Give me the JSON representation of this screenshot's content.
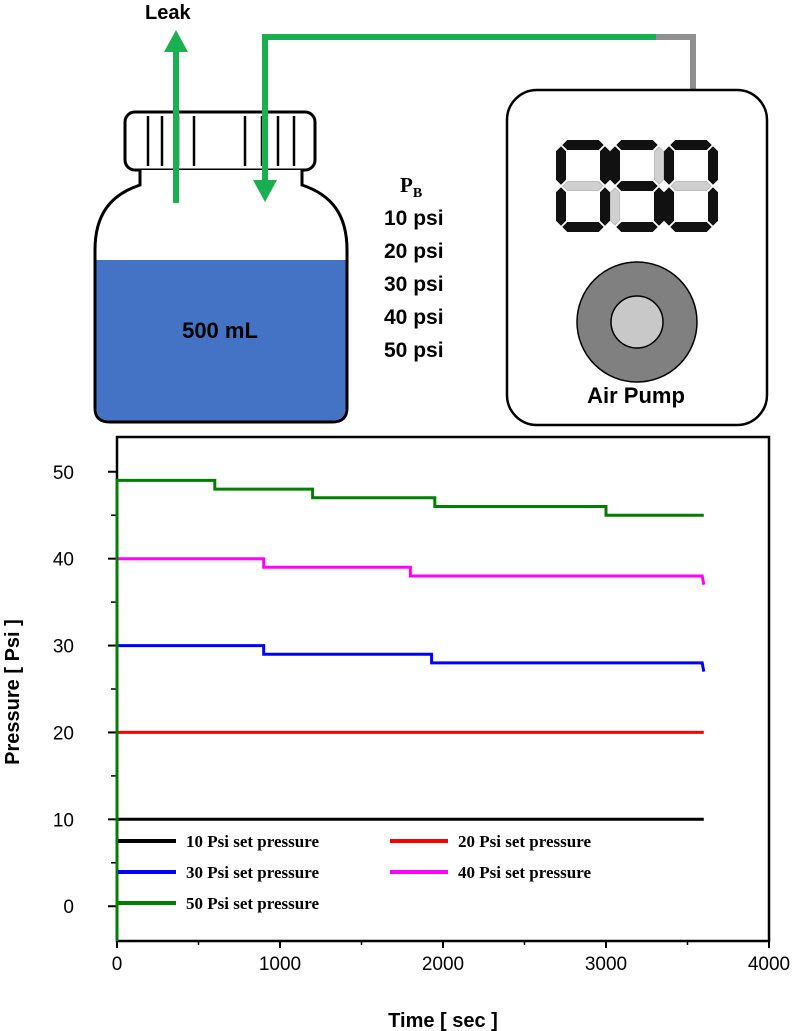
{
  "diagram": {
    "leak_label": "Leak",
    "bottle_label": "500 mL",
    "pb_label": "P",
    "pb_subscript": "B",
    "pressures": [
      "10 psi",
      "20 psi",
      "30 psi",
      "40 psi",
      "50 psi"
    ],
    "pump_label": "Air Pump",
    "pump_display": "050",
    "colors": {
      "tube": "#1aaf50",
      "liquid": "#4472c4",
      "knob_outer": "#808080",
      "knob_inner": "#c8c8c8"
    }
  },
  "chart_data": {
    "type": "line",
    "title": "",
    "xlabel": "Time [ sec ]",
    "ylabel": "Pressure [ Psi ]",
    "xlim": [
      0,
      4000
    ],
    "ylim": [
      -4,
      54
    ],
    "xticks": [
      0,
      1000,
      2000,
      3000,
      4000
    ],
    "yticks": [
      0,
      10,
      20,
      30,
      40,
      50
    ],
    "grid": false,
    "legend_position": "bottom-left",
    "series": [
      {
        "name": "10 Psi set pressure",
        "color": "#000000",
        "x": [
          0,
          0,
          3600
        ],
        "y": [
          -4,
          10,
          10
        ]
      },
      {
        "name": "20 Psi set pressure",
        "color": "#ff0000",
        "x": [
          0,
          0,
          3600
        ],
        "y": [
          -4,
          20,
          20
        ]
      },
      {
        "name": "30 Psi set pressure",
        "color": "#0000ff",
        "x": [
          0,
          0,
          900,
          900,
          1930,
          1930,
          3590,
          3600
        ],
        "y": [
          -4,
          30,
          30,
          29,
          29,
          28,
          28,
          27
        ]
      },
      {
        "name": "40 Psi set pressure",
        "color": "#ff00ff",
        "x": [
          0,
          0,
          900,
          900,
          1800,
          1800,
          3590,
          3600
        ],
        "y": [
          -4,
          40,
          40,
          39,
          39,
          38,
          38,
          37
        ]
      },
      {
        "name": "50 Psi set pressure",
        "color": "#008000",
        "x": [
          0,
          0,
          600,
          600,
          1200,
          1200,
          1950,
          1950,
          3000,
          3000,
          3600
        ],
        "y": [
          -4,
          49,
          49,
          48,
          48,
          47,
          47,
          46,
          46,
          45,
          45
        ]
      }
    ]
  }
}
